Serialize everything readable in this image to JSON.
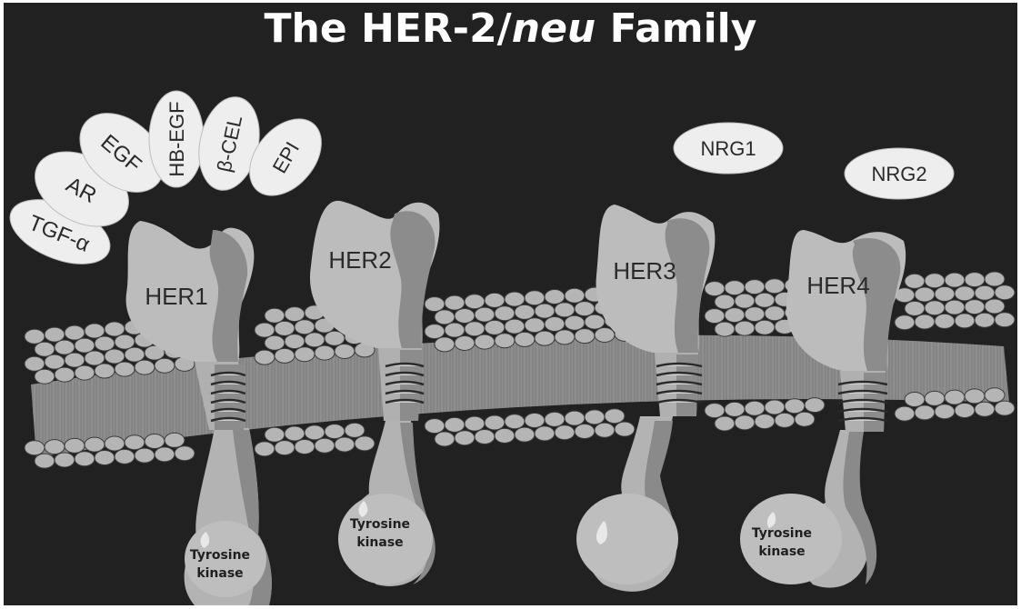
{
  "title": {
    "before": "The HER-2/",
    "italic": "neu",
    "after": " Family"
  },
  "ligands": {
    "tgf_alpha": "TGF-α",
    "ar": "AR",
    "egf": "EGF",
    "hb_egf": "HB-EGF",
    "beta_cel": "β-CEL",
    "epi": "EPI",
    "nrg1": "NRG1",
    "nrg2": "NRG2"
  },
  "receptors": {
    "her1": {
      "label": "HER1",
      "kinase": [
        "Tyrosine",
        "kinase"
      ]
    },
    "her2": {
      "label": "HER2",
      "kinase": [
        "Tyrosine",
        "kinase"
      ]
    },
    "her3": {
      "label": "HER3"
    },
    "her4": {
      "label": "HER4",
      "kinase": [
        "Tyrosine",
        "kinase"
      ]
    }
  },
  "colors": {
    "background": "#212121",
    "receptor_light": "#bcbcbc",
    "receptor_dark": "#8c8c8c",
    "lipid_head": "#b5b5b5",
    "ligand": "#eeeeee"
  }
}
